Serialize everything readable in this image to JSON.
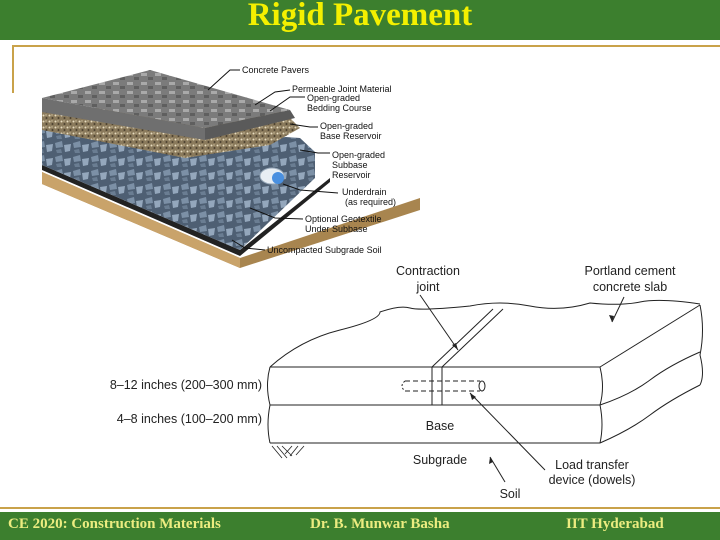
{
  "slide": {
    "title": "Rigid Pavement"
  },
  "figure_permeable": {
    "labels": [
      "Concrete Pavers",
      "Permeable Joint Material",
      "Open-graded",
      "Bedding Course",
      "Open-graded",
      "Base Reservoir",
      "Open-graded",
      "Subbase",
      "Reservoir",
      "Underdrain",
      "(as required)",
      "Optional Geotextile",
      "Under Subbase",
      "Uncompacted Subgrade Soil"
    ]
  },
  "figure_section": {
    "contraction_joint": [
      "Contraction",
      "joint"
    ],
    "slab": [
      "Portland cement",
      "concrete slab"
    ],
    "slab_thickness": "8–12 inches (200–300 mm)",
    "base_thickness": "4–8 inches (100–200 mm)",
    "base": "Base",
    "subgrade": "Subgrade",
    "soil": "Soil",
    "dowels": [
      "Load transfer",
      "device (dowels)"
    ]
  },
  "footer": {
    "course": "CE 2020: Construction Materials",
    "author": "Dr. B. Munwar Basha",
    "institute": "IIT Hyderabad"
  }
}
